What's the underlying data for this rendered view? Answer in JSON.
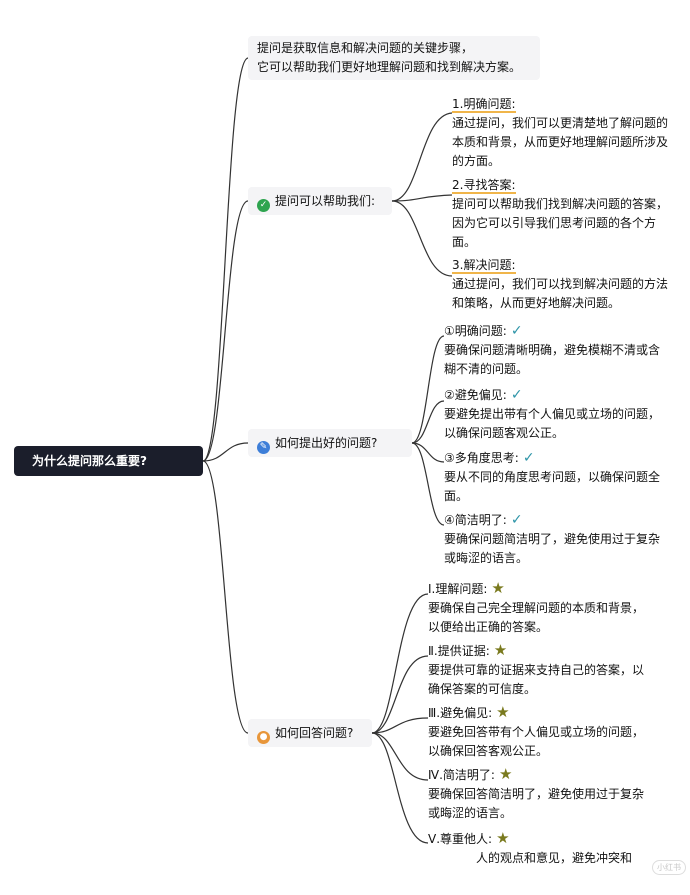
{
  "root": {
    "label": "为什么提问那么重要?"
  },
  "intro": {
    "line1": "提问是获取信息和解决问题的关键步骤，",
    "line2": "它可以帮助我们更好地理解问题和找到解决方案。"
  },
  "branches": [
    {
      "label": "提问可以帮助我们:",
      "icon": "check-circle-icon",
      "icon_color": "#2ea44f",
      "items": [
        {
          "title": "1.明确问题:",
          "body": "通过提问，我们可以更清楚地了解问题的本质和背景，从而更好地理解问题所涉及的方面。"
        },
        {
          "title": "2.寻找答案:",
          "body": "提问可以帮助我们找到解决问题的答案，因为它可以引导我们思考问题的各个方面。"
        },
        {
          "title": "3.解决问题:",
          "body": "通过提问，我们可以找到解决问题的方法和策略，从而更好地解决问题。"
        }
      ]
    },
    {
      "label": "如何提出好的问题?",
      "icon": "pencil-circle-icon",
      "icon_color": "#3d7ed8",
      "items": [
        {
          "title": "①明确问题:",
          "body": "要确保问题清晰明确，避免模糊不清或含糊不清的问题。"
        },
        {
          "title": "②避免偏见:",
          "body": "要避免提出带有个人偏见或立场的问题，以确保问题客观公正。"
        },
        {
          "title": "③多角度思考:",
          "body": "要从不同的角度思考问题，以确保问题全面。"
        },
        {
          "title": "④简洁明了:",
          "body": "要确保问题简洁明了，避免使用过于复杂或晦涩的语言。"
        }
      ]
    },
    {
      "label": "如何回答问题?",
      "icon": "lightbulb-circle-icon",
      "icon_color": "#e8963a",
      "items": [
        {
          "title": "Ⅰ.理解问题:",
          "body": "要确保自己完全理解问题的本质和背景，以便给出正确的答案。"
        },
        {
          "title": "Ⅱ.提供证据:",
          "body": "要提供可靠的证据来支持自己的答案，以确保答案的可信度。"
        },
        {
          "title": "Ⅲ.避免偏见:",
          "body": "要避免回答带有个人偏见或立场的问题，以确保回答客观公正。"
        },
        {
          "title": "Ⅳ.简洁明了:",
          "body": "要确保回答简洁明了，避免使用过于复杂或晦涩的语言。"
        },
        {
          "title": "Ⅴ.尊重他人:",
          "body": "人的观点和意见，避免冲突和"
        }
      ]
    }
  ],
  "watermark": "小红书"
}
